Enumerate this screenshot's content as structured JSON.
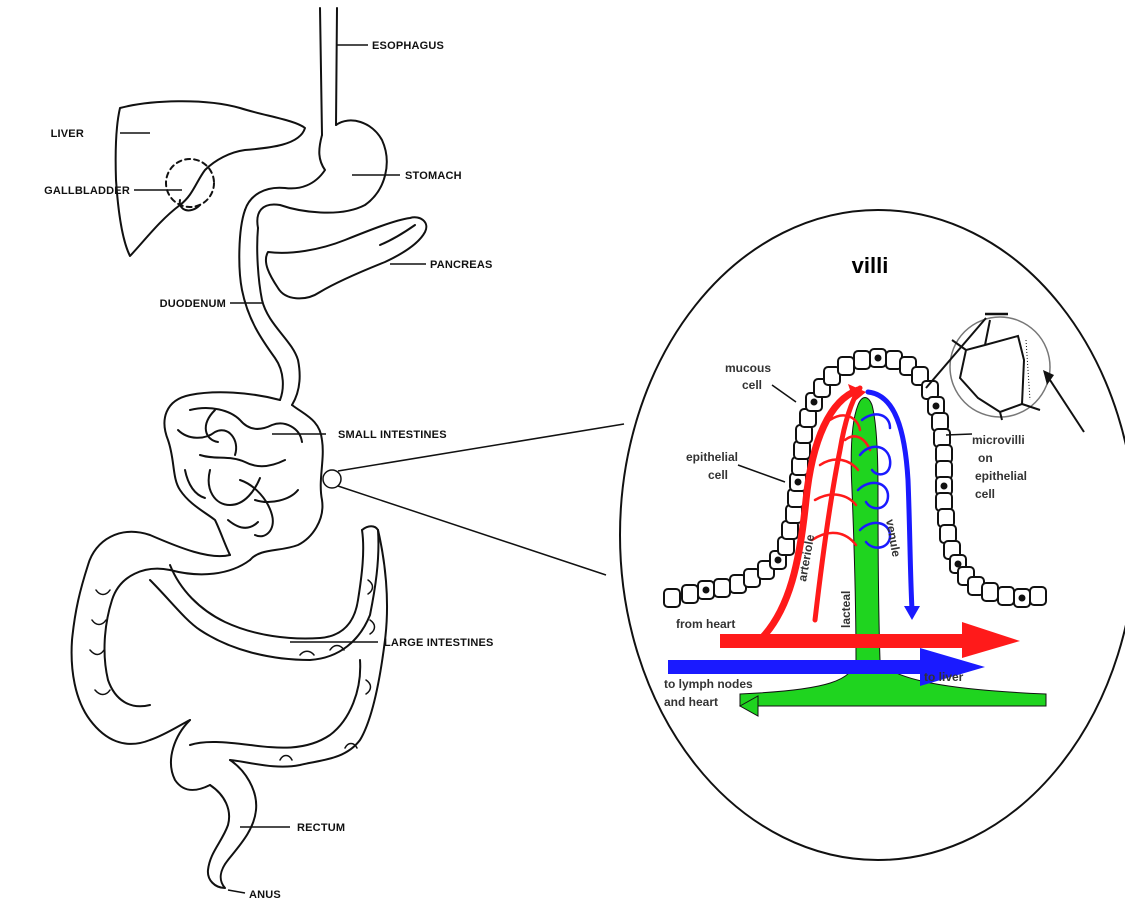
{
  "digestive_labels": {
    "esophagus": "ESOPHAGUS",
    "liver": "LIVER",
    "gallbladder": "GALLBLADDER",
    "stomach": "STOMACH",
    "pancreas": "PANCREAS",
    "duodenum": "DUODENUM",
    "small_intestines": "SMALL INTESTINES",
    "large_intestines": "LARGE INTESTINES",
    "rectum": "RECTUM",
    "anus": "ANUS"
  },
  "villi": {
    "title": "villi",
    "mucous_cell": [
      "mucous",
      "cell"
    ],
    "epithelial_cell": [
      "epithelial",
      "cell"
    ],
    "microvilli": [
      "microvilli",
      "on",
      "epithelial",
      "cell"
    ],
    "arteriole": "arteriole",
    "lacteal": "lacteal",
    "venule": "venule",
    "from_heart": "from heart",
    "to_lymph": [
      "to lymph nodes",
      "and heart"
    ],
    "to_liver": "to liver"
  },
  "colors": {
    "blood_in": "#ff1a1a",
    "blood_out": "#1a1aff",
    "lymph": "#1fd41f",
    "outline": "#111111"
  }
}
